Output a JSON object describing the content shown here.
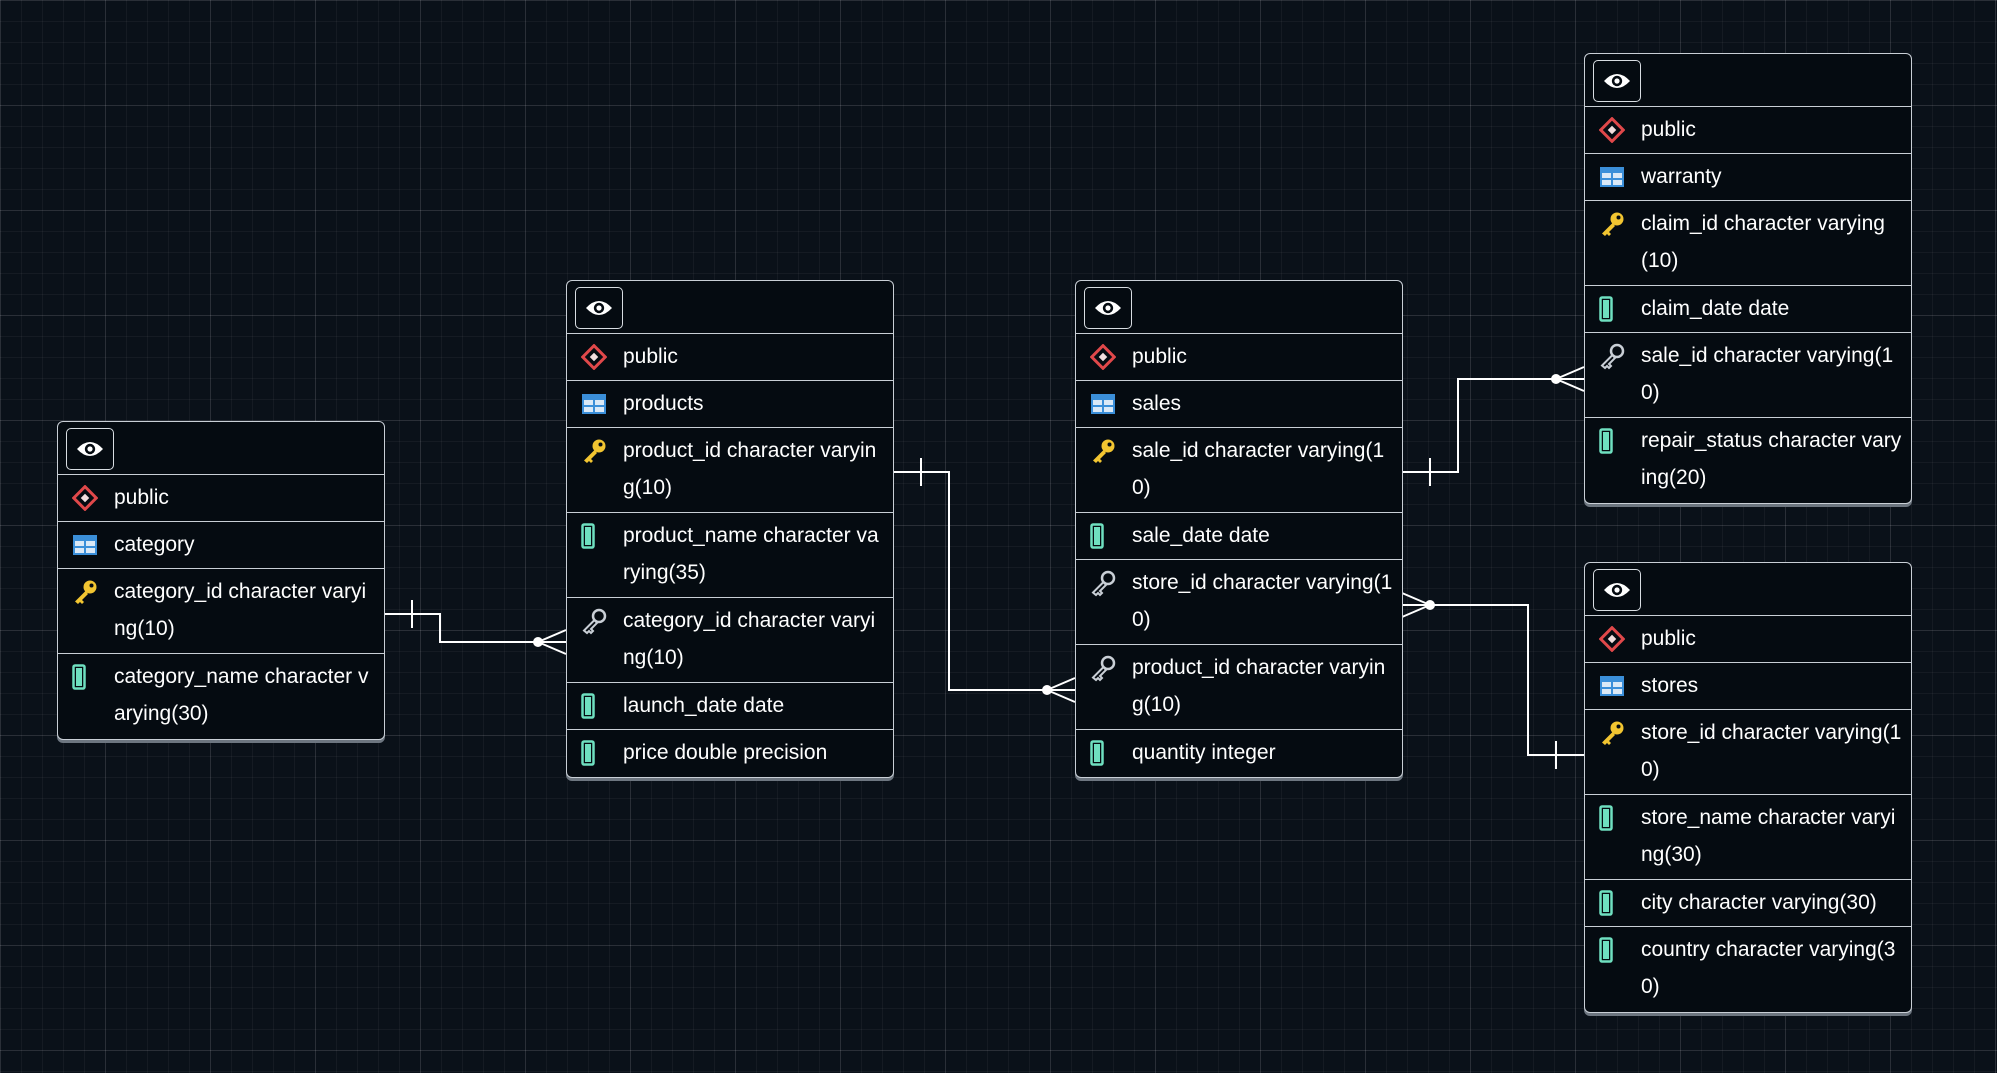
{
  "colors": {
    "canvas": "#0a1119",
    "table_bg": "#050b11",
    "border": "#c9cfd6",
    "text": "#ffffff",
    "schema_icon": "#e0484a",
    "table_icon": "#3b8fd9",
    "pk_icon": "#f2c531",
    "fk_icon": "#c9cfd6",
    "column_icon": "#6fe0c0",
    "link": "#ffffff"
  },
  "icons": {
    "view": "eye-icon",
    "schema": "schema-diamond-icon",
    "table": "table-grid-icon",
    "primary_key": "primary-key-icon",
    "foreign_key": "foreign-key-icon",
    "column": "column-icon"
  },
  "tables": [
    {
      "id": "category",
      "schema": "public",
      "name": "category",
      "columns": [
        {
          "text": "category_id character varying(10)",
          "kind": "pk"
        },
        {
          "text": "category_name character varying(30)",
          "kind": "col"
        }
      ]
    },
    {
      "id": "products",
      "schema": "public",
      "name": "products",
      "columns": [
        {
          "text": "product_id character varying(10)",
          "kind": "pk"
        },
        {
          "text": "product_name character varying(35)",
          "kind": "col"
        },
        {
          "text": "category_id character varying(10)",
          "kind": "fk"
        },
        {
          "text": "launch_date date",
          "kind": "col"
        },
        {
          "text": "price double precision",
          "kind": "col"
        }
      ]
    },
    {
      "id": "sales",
      "schema": "public",
      "name": "sales",
      "columns": [
        {
          "text": "sale_id character varying(10)",
          "kind": "pk"
        },
        {
          "text": "sale_date date",
          "kind": "col"
        },
        {
          "text": "store_id character varying(10)",
          "kind": "fk"
        },
        {
          "text": "product_id character varying(10)",
          "kind": "fk"
        },
        {
          "text": "quantity integer",
          "kind": "col"
        }
      ]
    },
    {
      "id": "warranty",
      "schema": "public",
      "name": "warranty",
      "columns": [
        {
          "text": "claim_id character varying(10)",
          "kind": "pk"
        },
        {
          "text": "claim_date date",
          "kind": "col"
        },
        {
          "text": "sale_id character varying(10)",
          "kind": "fk"
        },
        {
          "text": "repair_status character varying(20)",
          "kind": "col"
        }
      ]
    },
    {
      "id": "stores",
      "schema": "public",
      "name": "stores",
      "columns": [
        {
          "text": "store_id character varying(10)",
          "kind": "pk"
        },
        {
          "text": "store_name character varying(30)",
          "kind": "col"
        },
        {
          "text": "city character varying(30)",
          "kind": "col"
        },
        {
          "text": "country character varying(30)",
          "kind": "col"
        }
      ]
    }
  ],
  "relationships": [
    {
      "from": "products.category_id",
      "to": "category.category_id",
      "cardinality": "many-to-one"
    },
    {
      "from": "sales.product_id",
      "to": "products.product_id",
      "cardinality": "many-to-one"
    },
    {
      "from": "warranty.sale_id",
      "to": "sales.sale_id",
      "cardinality": "many-to-one"
    },
    {
      "from": "sales.store_id",
      "to": "stores.store_id",
      "cardinality": "many-to-one"
    }
  ]
}
